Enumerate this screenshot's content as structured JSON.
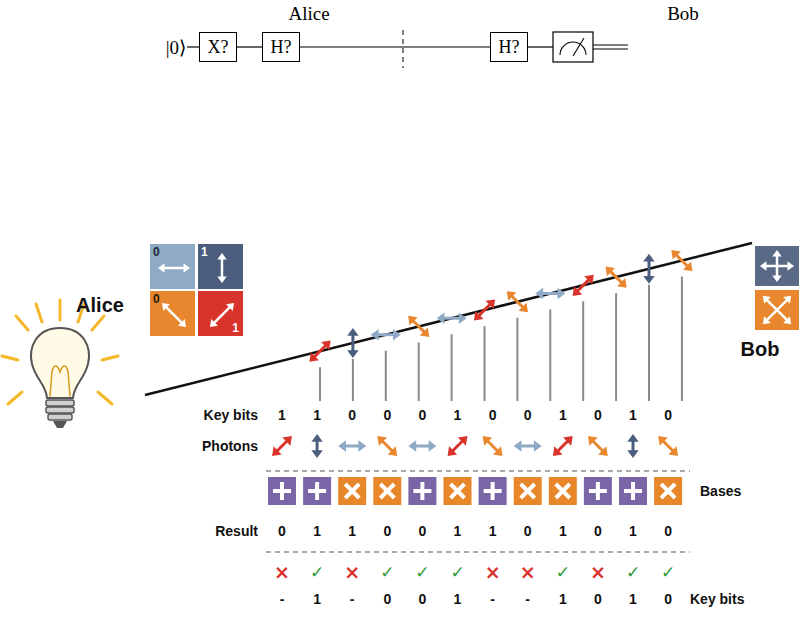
{
  "diagram": {
    "nodes": [
      {
        "text": [
          "X?"
        ]
      },
      {
        "text": [
          "H?"
        ]
      },
      {
        "text": [
          "H?"
        ]
      },
      {
        "text": [
          "0"
        ]
      },
      {
        "text": [
          "1"
        ]
      },
      {
        "text": [
          "0"
        ]
      },
      {
        "text": [
          "1"
        ]
      }
    ],
    "edges": [
      {
        "from": 0,
        "to": 1,
        "arrow": "none"
      },
      {
        "from": 1,
        "to": 2,
        "arrow": "none"
      }
    ],
    "labels": [
      "Alice",
      "Bob",
      "|0⟩",
      "Alice",
      "Bob",
      "Key bits",
      "1",
      "1",
      "0",
      "0",
      "0",
      "1",
      "0",
      "0",
      "1",
      "0",
      "1",
      "0",
      "Photons",
      "Bases",
      "Result",
      "0",
      "1",
      "1",
      "0",
      "0",
      "1",
      "1",
      "0",
      "1",
      "0",
      "1",
      "0",
      "×",
      "✓",
      "×",
      "✓",
      "✓",
      "✓",
      "×",
      "×",
      "✓",
      "×",
      "✓",
      "✓",
      "Key bits",
      "-",
      "1",
      "-",
      "0",
      "0",
      "1",
      "-",
      "-",
      "1",
      "0",
      "1",
      "0"
    ]
  }
}
